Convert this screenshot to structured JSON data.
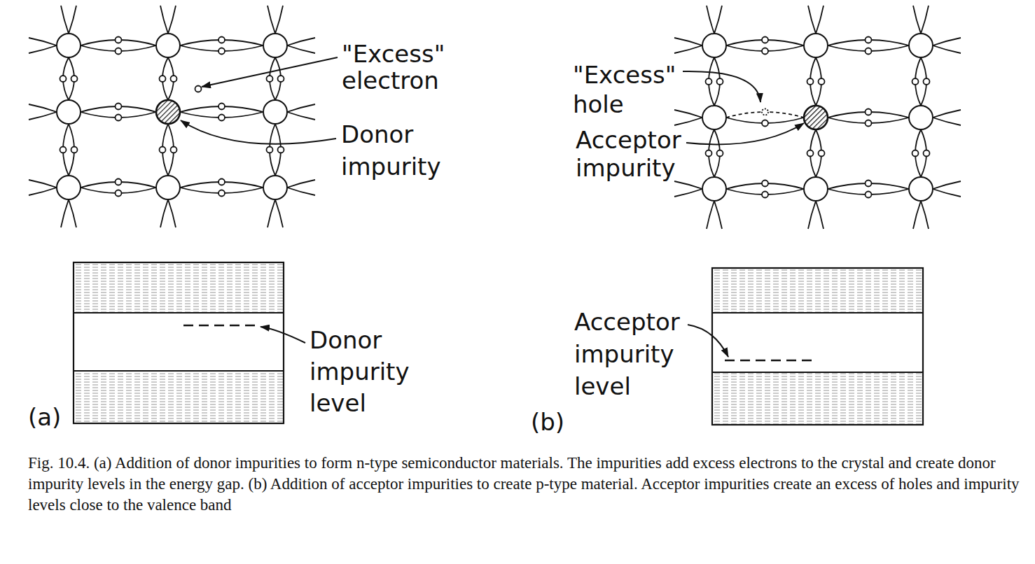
{
  "diagram": {
    "caption": "Fig. 10.4. (a) Addition of donor impurities to form n-type semiconductor materials. The impurities add excess electrons to the crystal and create donor impurity levels in the energy gap. (b) Addition of acceptor impurities to create p-type material. Acceptor impurities create an excess of holes and impurity levels close to the valence band",
    "labels": [
      "\"Excess\" electron",
      "Donor impurity",
      "\"Excess\" hole",
      "Acceptor impurity",
      "Donor impurity level",
      "(a)",
      "Acceptor impurity level",
      "(b)"
    ]
  }
}
